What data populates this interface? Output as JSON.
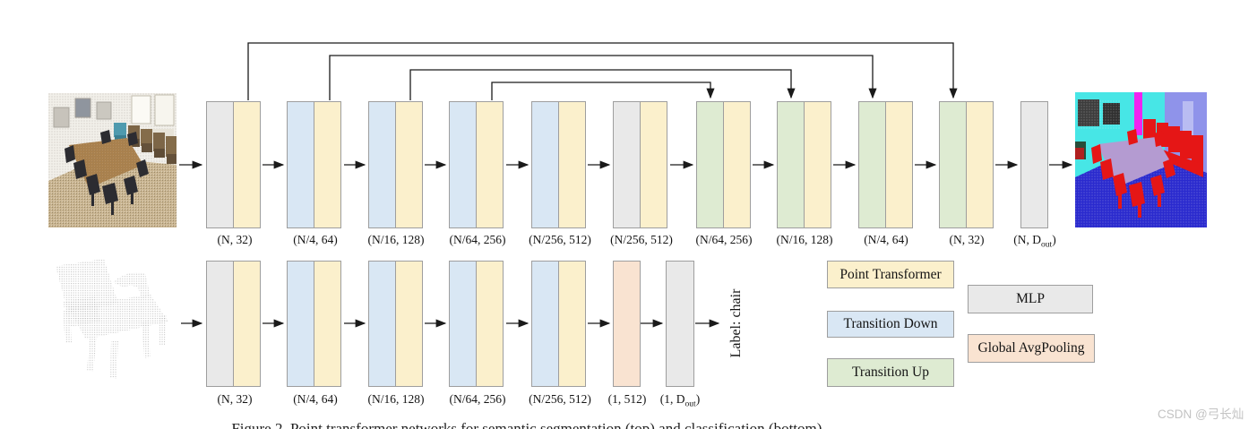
{
  "figure": {
    "caption": "Figure 2. Point transformer networks for semantic segmentation (top) and classification (bottom).",
    "watermark": "CSDN @弓长灿"
  },
  "colors": {
    "point_transformer": "#fbf0cc",
    "transition_down": "#d9e7f4",
    "transition_up": "#deebd2",
    "mlp": "#e9e9e9",
    "global_avgpooling": "#f9e3d1",
    "block_border": "#9e9e9e",
    "arrow": "#1a1a1a"
  },
  "legend": {
    "items": [
      {
        "label": "Point Transformer",
        "color": "#fbf0cc"
      },
      {
        "label": "Transition Down",
        "color": "#d9e7f4"
      },
      {
        "label": "Transition Up",
        "color": "#deebd2"
      },
      {
        "label": "MLP",
        "color": "#e9e9e9"
      },
      {
        "label": "Global AvgPooling",
        "color": "#f9e3d1"
      }
    ]
  },
  "segmentation_branch": {
    "blocks": [
      {
        "parts": [
          "mlp",
          "point_transformer"
        ],
        "label": "(N, 32)"
      },
      {
        "parts": [
          "transition_down",
          "point_transformer"
        ],
        "label": "(N/4, 64)"
      },
      {
        "parts": [
          "transition_down",
          "point_transformer"
        ],
        "label": "(N/16, 128)"
      },
      {
        "parts": [
          "transition_down",
          "point_transformer"
        ],
        "label": "(N/64, 256)"
      },
      {
        "parts": [
          "transition_down",
          "point_transformer"
        ],
        "label": "(N/256, 512)"
      },
      {
        "parts": [
          "mlp",
          "point_transformer"
        ],
        "label": "(N/256, 512)"
      },
      {
        "parts": [
          "transition_up",
          "point_transformer"
        ],
        "label": "(N/64, 256)"
      },
      {
        "parts": [
          "transition_up",
          "point_transformer"
        ],
        "label": "(N/16, 128)"
      },
      {
        "parts": [
          "transition_up",
          "point_transformer"
        ],
        "label": "(N/4, 64)"
      },
      {
        "parts": [
          "transition_up",
          "point_transformer"
        ],
        "label": "(N, 32)"
      },
      {
        "parts": [
          "mlp"
        ],
        "label_pre": "(N, D",
        "label_sub": "out",
        "label_post": ")"
      }
    ]
  },
  "classification_branch": {
    "blocks": [
      {
        "parts": [
          "mlp",
          "point_transformer"
        ],
        "label": "(N, 32)"
      },
      {
        "parts": [
          "transition_down",
          "point_transformer"
        ],
        "label": "(N/4, 64)"
      },
      {
        "parts": [
          "transition_down",
          "point_transformer"
        ],
        "label": "(N/16, 128)"
      },
      {
        "parts": [
          "transition_down",
          "point_transformer"
        ],
        "label": "(N/64, 256)"
      },
      {
        "parts": [
          "transition_down",
          "point_transformer"
        ],
        "label": "(N/256, 512)"
      },
      {
        "parts": [
          "global_avgpooling"
        ],
        "label": "(1, 512)"
      },
      {
        "parts": [
          "mlp"
        ],
        "label_pre": "(1, D",
        "label_sub": "out",
        "label_post": ")"
      }
    ],
    "output_label": "Label: chair"
  }
}
